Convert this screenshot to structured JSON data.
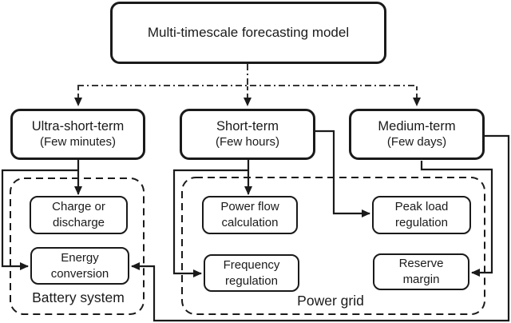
{
  "diagram": {
    "title": "Multi-timescale forecasting model",
    "timescales": [
      {
        "name": "Ultra-short-term",
        "horizon": "(Few minutes)"
      },
      {
        "name": "Short-term",
        "horizon": "(Few hours)"
      },
      {
        "name": "Medium-term",
        "horizon": "(Few days)"
      }
    ],
    "battery": {
      "label": "Battery system",
      "charge": {
        "line1": "Charge or",
        "line2": "discharge"
      },
      "energy": {
        "line1": "Energy",
        "line2": "conversion"
      }
    },
    "grid": {
      "label": "Power grid",
      "powerflow": {
        "line1": "Power flow",
        "line2": "calculation"
      },
      "frequency": {
        "line1": "Frequency",
        "line2": "regulation"
      },
      "peak": {
        "line1": "Peak load",
        "line2": "regulation"
      },
      "reserve": {
        "line1": "Reserve",
        "line2": "margin"
      }
    },
    "colors": {
      "line": "#1a1a1a",
      "text": "#1a1a1a",
      "background": "#ffffff"
    }
  }
}
